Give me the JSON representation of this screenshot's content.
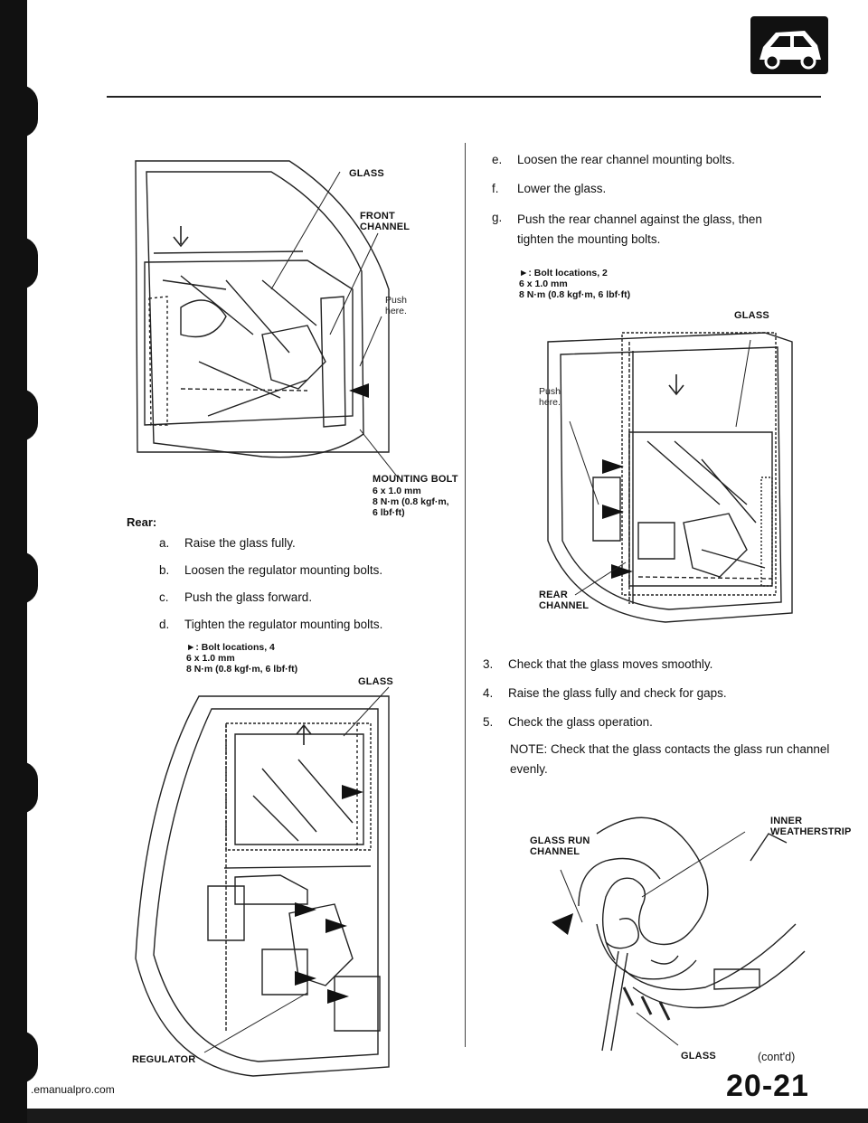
{
  "diagram_front": {
    "glass_label": "GLASS",
    "front_channel_label": "FRONT\nCHANNEL",
    "push_here": "Push\nhere.",
    "bolt_label": "MOUNTING BOLT",
    "bolt_spec": "6 x 1.0 mm\n8 N·m (0.8 kgf·m,\n6 lbf·ft)"
  },
  "rear_section": {
    "heading": "Rear:",
    "steps": [
      {
        "marker": "a.",
        "text": "Raise the glass fully."
      },
      {
        "marker": "b.",
        "text": "Loosen the regulator mounting bolts."
      },
      {
        "marker": "c.",
        "text": "Push the glass forward."
      },
      {
        "marker": "d.",
        "text": "Tighten the regulator mounting bolts."
      }
    ],
    "bolt_spec": "►: Bolt locations, 4\n6 x 1.0 mm\n8 N·m (0.8 kgf·m, 6 lbf·ft)"
  },
  "diagram_rear_regulator": {
    "glass_label": "GLASS",
    "regulator_label": "REGULATOR"
  },
  "right_column": {
    "steps": [
      {
        "marker": "e.",
        "text": "Loosen the rear channel mounting bolts."
      },
      {
        "marker": "f.",
        "text": "Lower the glass."
      },
      {
        "marker": "g.",
        "text": "Push the rear channel against the glass, then\ntighten the mounting bolts."
      }
    ],
    "bolt_spec": "►: Bolt locations, 2\n6 x 1.0 mm\n8 N·m (0.8 kgf·m, 6 lbf·ft)"
  },
  "diagram_rear_channel": {
    "glass_label": "GLASS",
    "push_here": "Push\nhere.",
    "rear_channel_label": "REAR\nCHANNEL"
  },
  "numbered_steps": [
    {
      "marker": "3.",
      "text": "Check that the glass moves smoothly."
    },
    {
      "marker": "4.",
      "text": "Raise the glass fully and check for gaps."
    },
    {
      "marker": "5.",
      "text": "Check the glass operation."
    }
  ],
  "note": "NOTE: Check that the glass contacts the glass run channel evenly.",
  "diagram_weatherstrip": {
    "inner_label": "INNER\nWEATHERSTRIP",
    "run_channel_label": "GLASS RUN\nCHANNEL",
    "glass_label": "GLASS"
  },
  "footer": {
    "contd": "(cont'd)",
    "page_number": "20-21",
    "url": ".emanualpro.com"
  }
}
